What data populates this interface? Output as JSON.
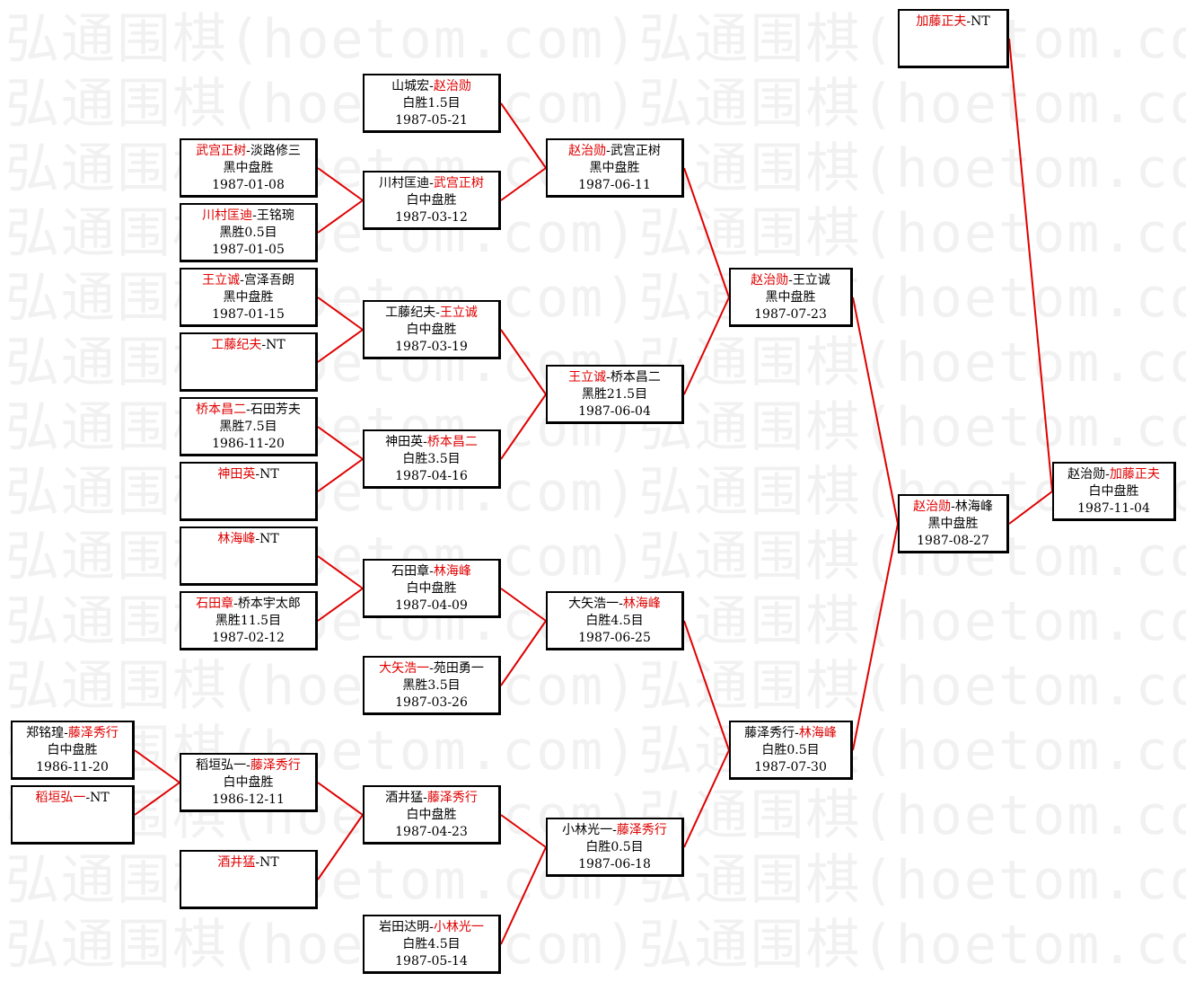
{
  "watermark": {
    "text": "弘通围棋(hoetom.com)弘通围棋(hoetom.com)"
  },
  "line_color": "#e00000",
  "boxes": [
    {
      "id": "b1",
      "p1": "山城宏",
      "p2": "赵治勋",
      "winner": 2,
      "result": "白胜1.5目",
      "date": "1987-05-21"
    },
    {
      "id": "b2",
      "p1": "武宫正树",
      "p2": "淡路修三",
      "winner": 1,
      "result": "黑中盘胜",
      "date": "1987-01-08"
    },
    {
      "id": "b3",
      "p1": "川村匡迪",
      "p2": "王铭琬",
      "winner": 1,
      "result": "黑胜0.5目",
      "date": "1987-01-05"
    },
    {
      "id": "b4",
      "p1": "川村匡迪",
      "p2": "武宫正树",
      "winner": 2,
      "result": "白中盘胜",
      "date": "1987-03-12"
    },
    {
      "id": "b5",
      "p1": "赵治勋",
      "p2": "武宫正树",
      "winner": 1,
      "result": "黑中盘胜",
      "date": "1987-06-11"
    },
    {
      "id": "b6",
      "p1": "王立诚",
      "p2": "宫泽吾朗",
      "winner": 1,
      "result": "黑中盘胜",
      "date": "1987-01-15"
    },
    {
      "id": "b7",
      "p1": "工藤纪夫",
      "p2": "NT",
      "winner": 1,
      "result": "",
      "date": ""
    },
    {
      "id": "b8",
      "p1": "工藤纪夫",
      "p2": "王立诚",
      "winner": 2,
      "result": "白中盘胜",
      "date": "1987-03-19"
    },
    {
      "id": "b9",
      "p1": "王立诚",
      "p2": "桥本昌二",
      "winner": 1,
      "result": "黑胜21.5目",
      "date": "1987-06-04"
    },
    {
      "id": "b10",
      "p1": "赵治勋",
      "p2": "王立诚",
      "winner": 1,
      "result": "黑中盘胜",
      "date": "1987-07-23"
    },
    {
      "id": "b11",
      "p1": "桥本昌二",
      "p2": "石田芳夫",
      "winner": 1,
      "result": "黑胜7.5目",
      "date": "1986-11-20"
    },
    {
      "id": "b12",
      "p1": "神田英",
      "p2": "NT",
      "winner": 1,
      "result": "",
      "date": ""
    },
    {
      "id": "b13",
      "p1": "神田英",
      "p2": "桥本昌二",
      "winner": 2,
      "result": "白胜3.5目",
      "date": "1987-04-16"
    },
    {
      "id": "b14",
      "p1": "林海峰",
      "p2": "NT",
      "winner": 1,
      "result": "",
      "date": ""
    },
    {
      "id": "b15",
      "p1": "石田章",
      "p2": "桥本宇太郎",
      "winner": 1,
      "result": "黑胜11.5目",
      "date": "1987-02-12"
    },
    {
      "id": "b16",
      "p1": "石田章",
      "p2": "林海峰",
      "winner": 2,
      "result": "白中盘胜",
      "date": "1987-04-09"
    },
    {
      "id": "b17",
      "p1": "大矢浩一",
      "p2": "林海峰",
      "winner": 2,
      "result": "白胜4.5目",
      "date": "1987-06-25"
    },
    {
      "id": "b18",
      "p1": "大矢浩一",
      "p2": "苑田勇一",
      "winner": 1,
      "result": "黑胜3.5目",
      "date": "1987-03-26"
    },
    {
      "id": "b19",
      "p1": "藤泽秀行",
      "p2": "林海峰",
      "winner": 2,
      "result": "白胜0.5目",
      "date": "1987-07-30"
    },
    {
      "id": "b20",
      "p1": "赵治勋",
      "p2": "林海峰",
      "winner": 1,
      "result": "黑中盘胜",
      "date": "1987-08-27"
    },
    {
      "id": "b21",
      "p1": "加藤正夫",
      "p2": "NT",
      "winner": 1,
      "result": "",
      "date": ""
    },
    {
      "id": "b22",
      "p1": "赵治勋",
      "p2": "加藤正夫",
      "winner": 2,
      "result": "白中盘胜",
      "date": "1987-11-04"
    },
    {
      "id": "b23",
      "p1": "郑铭瑝",
      "p2": "藤泽秀行",
      "winner": 2,
      "result": "白中盘胜",
      "date": "1986-11-20"
    },
    {
      "id": "b24",
      "p1": "稻垣弘一",
      "p2": "NT",
      "winner": 1,
      "result": "",
      "date": ""
    },
    {
      "id": "b25",
      "p1": "稻垣弘一",
      "p2": "藤泽秀行",
      "winner": 2,
      "result": "白中盘胜",
      "date": "1986-12-11"
    },
    {
      "id": "b26",
      "p1": "酒井猛",
      "p2": "NT",
      "winner": 1,
      "result": "",
      "date": ""
    },
    {
      "id": "b27",
      "p1": "酒井猛",
      "p2": "藤泽秀行",
      "winner": 2,
      "result": "白中盘胜",
      "date": "1987-04-23"
    },
    {
      "id": "b28",
      "p1": "小林光一",
      "p2": "藤泽秀行",
      "winner": 2,
      "result": "白胜0.5目",
      "date": "1987-06-18"
    },
    {
      "id": "b29",
      "p1": "岩田达明",
      "p2": "小林光一",
      "winner": 2,
      "result": "白胜4.5目",
      "date": "1987-05-14"
    }
  ]
}
